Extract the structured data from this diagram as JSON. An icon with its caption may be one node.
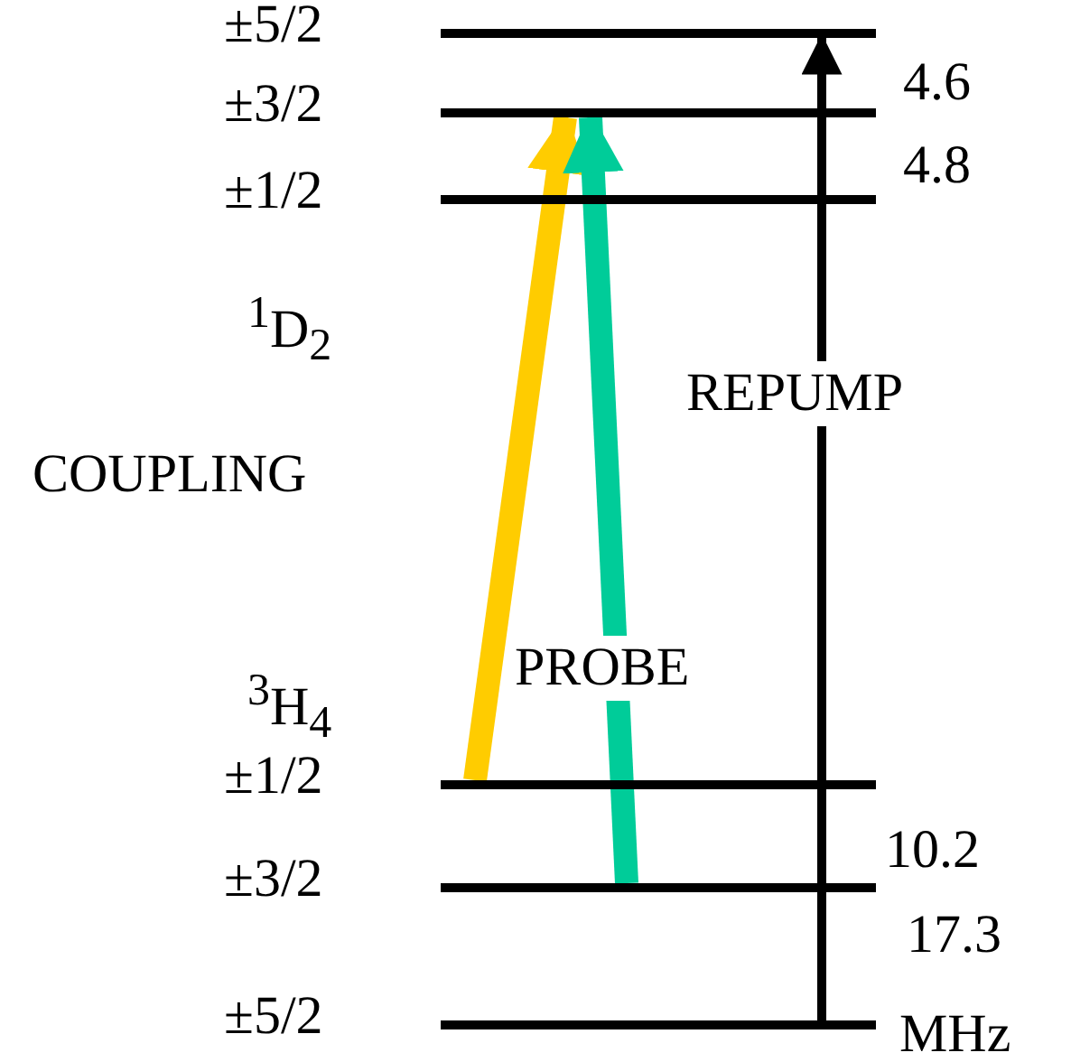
{
  "diagram": {
    "nodes": [
      {
        "text": [
          "±5/2"
        ]
      },
      {
        "text": [
          "±3/2"
        ]
      },
      {
        "text": [
          "±1/2"
        ]
      },
      {
        "text": [
          "±1/2"
        ]
      },
      {
        "text": [
          "±3/2"
        ]
      },
      {
        "text": [
          "±5/2"
        ]
      }
    ],
    "edges": [
      {
        "from": 3,
        "to": 1,
        "arrow": "to",
        "label": "COUPLING",
        "color": "#ffcc00"
      },
      {
        "from": 4,
        "to": 1,
        "arrow": "to",
        "label": "PROBE",
        "color": "#00cc99"
      },
      {
        "from": 5,
        "to": 0,
        "arrow": "to",
        "label": "REPUMP",
        "color": "#000000"
      }
    ],
    "labels": [
      "$^{1}$D$_{2}$",
      "$^{3}$H$_{4}$",
      "4.6",
      "4.8",
      "10.2",
      "17.3",
      "MHz"
    ]
  }
}
